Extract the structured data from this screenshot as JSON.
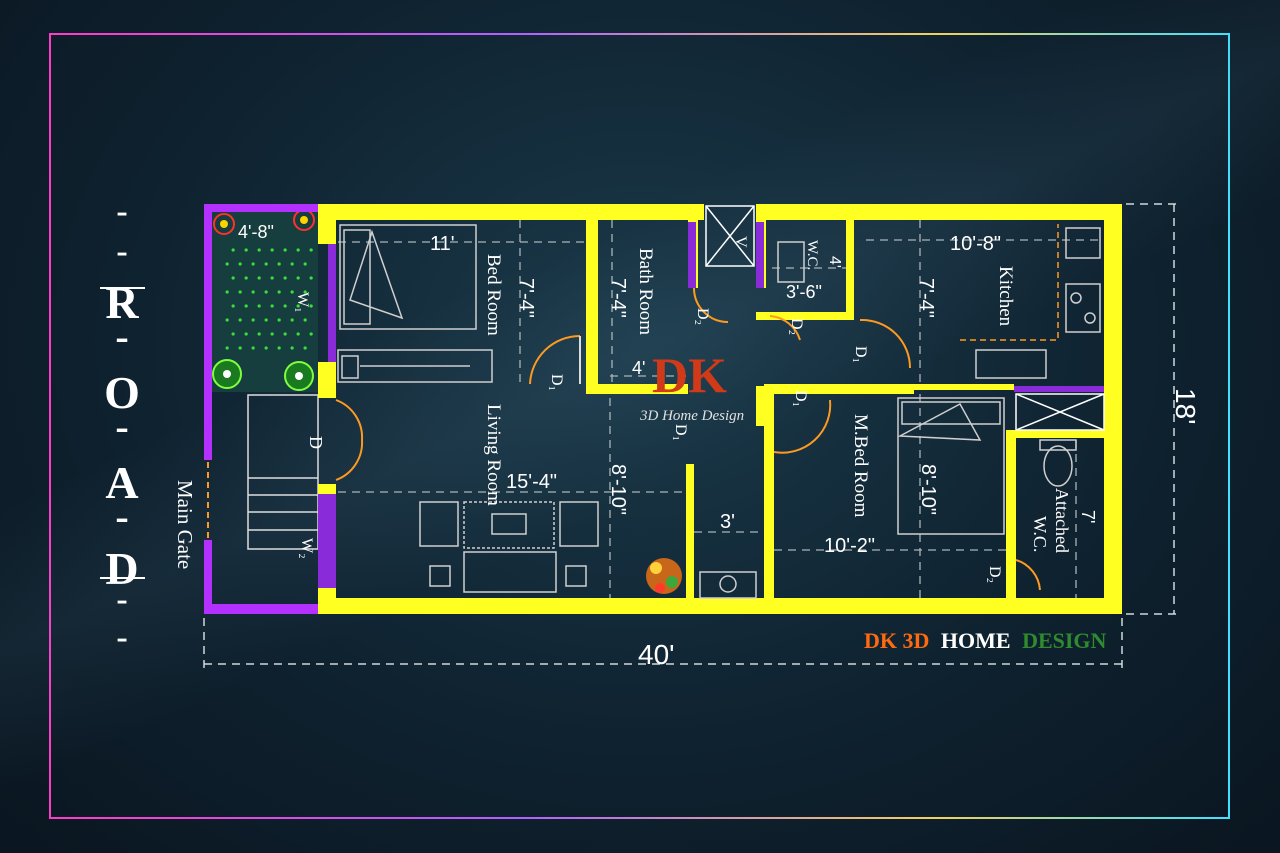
{
  "road": {
    "text": "R-O-A-D"
  },
  "rooms": {
    "bed_room": "Bed Room",
    "bath_room": "Bath Room",
    "kitchen": "Kitchen",
    "living_room": "Living Room",
    "m_bed_room": "M.Bed Room",
    "attached_wc_1": "Attached",
    "attached_wc_2": "W.C.",
    "wc": "W.C.",
    "main_gate": "Main Gate"
  },
  "dimensions": {
    "overall_width": "40'",
    "overall_depth": "18'",
    "garden_width": "4'-8\"",
    "bed_width": "11'",
    "bed_depth": "7'-4\"",
    "bath_depth": "7'-4\"",
    "bath_width": "4'",
    "wc_width": "4'",
    "wc_depth": "3'-6\"",
    "kitchen_width": "10'-8\"",
    "kitchen_depth": "7'-4\"",
    "living_width": "15'-4\"",
    "living_depth": "8'-10\"",
    "passage_width": "3'",
    "mbed_depth": "8'-10\"",
    "mbed_width": "10'-2\"",
    "attached_wc_depth": "7'"
  },
  "openings": {
    "w1": "W₁",
    "w2": "W₂",
    "d": "D",
    "d1": "D₁",
    "d2": "D₂",
    "v": "V"
  },
  "brand": {
    "part1": "DK 3D",
    "part2": "HOME",
    "part3": "DESIGN",
    "logo_text": "DK",
    "logo_caption": "3D Home Design"
  },
  "colors": {
    "wall": "#ffff22",
    "compound_wall": "#b430ff",
    "dimension_line": "#cfd8dc",
    "door_arc": "#ff9a20",
    "brand_orange": "#ff6a10",
    "brand_green": "#2e8b2e"
  }
}
